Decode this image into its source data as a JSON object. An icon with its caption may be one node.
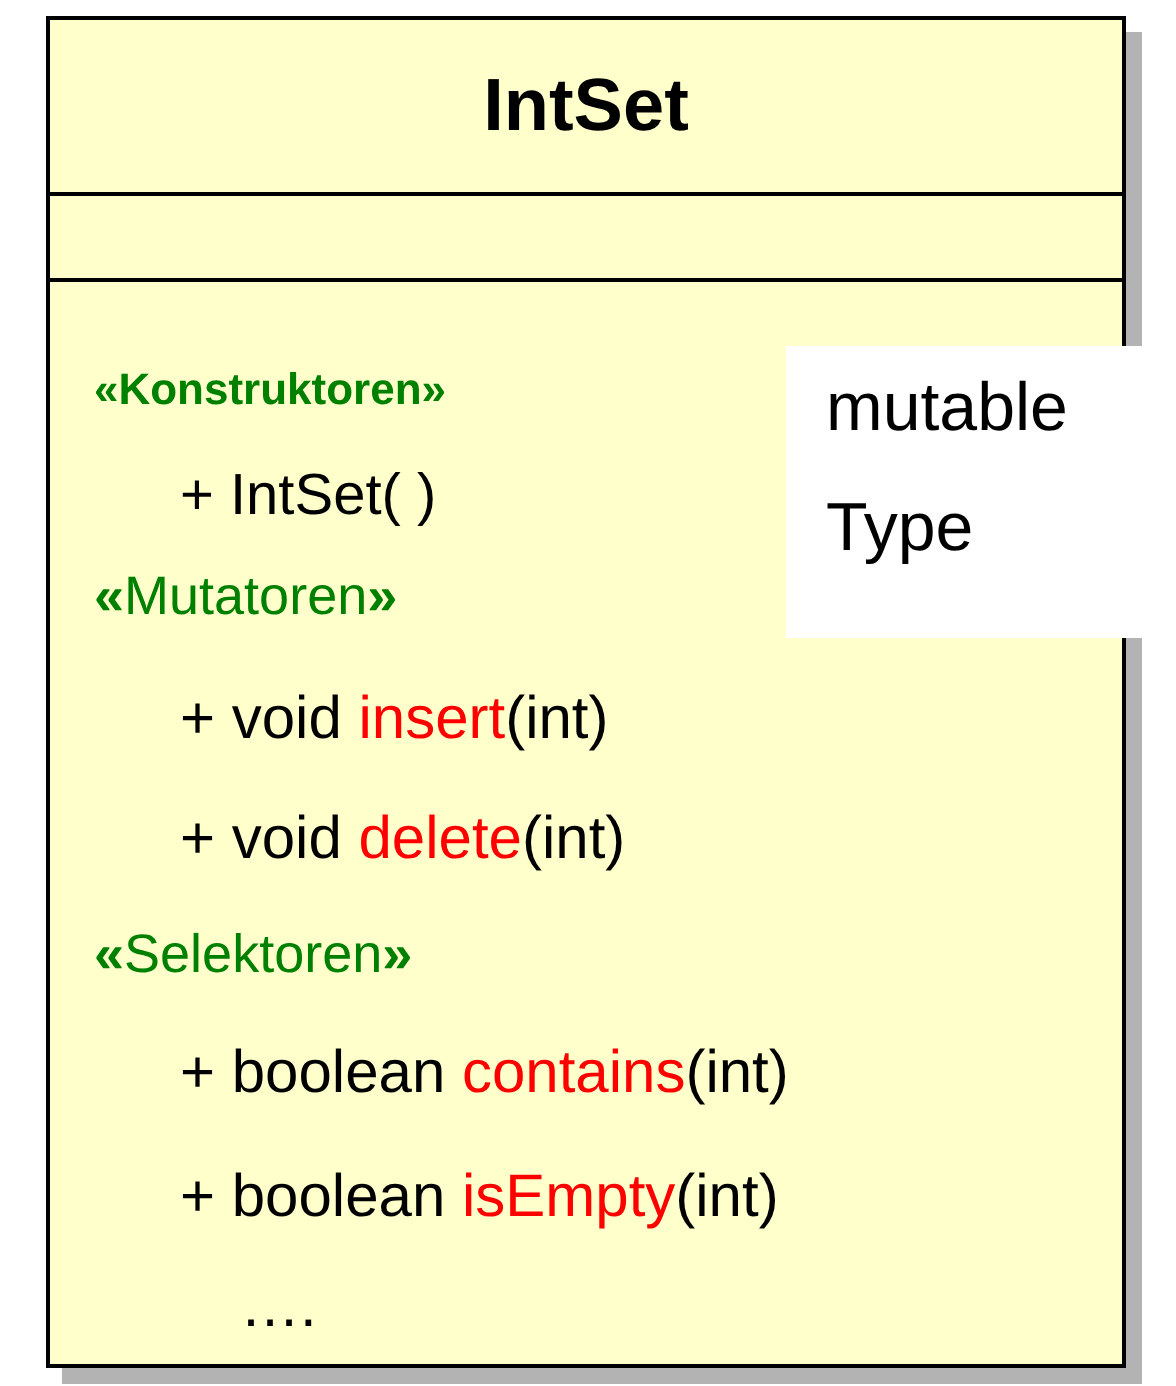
{
  "diagram": {
    "nodes": [
      {
        "text": [
          "IntSet"
        ]
      },
      {
        "text": [],
        "shape": "box",
        "in": 0
      },
      {
        "text": [
          "«Konstruktoren»",
          "+ IntSet( )",
          "**«**Mutatoren**»**",
          "+ void *insert*(int)",
          "+ void *delete*(int)",
          "**«**Selektoren**»**",
          "+ boolean *contains*(int)",
          "+ boolean *isEmpty*(int)",
          "…."
        ],
        "in": 0
      },
      {
        "text": [
          "mutable",
          "Type"
        ]
      }
    ]
  }
}
